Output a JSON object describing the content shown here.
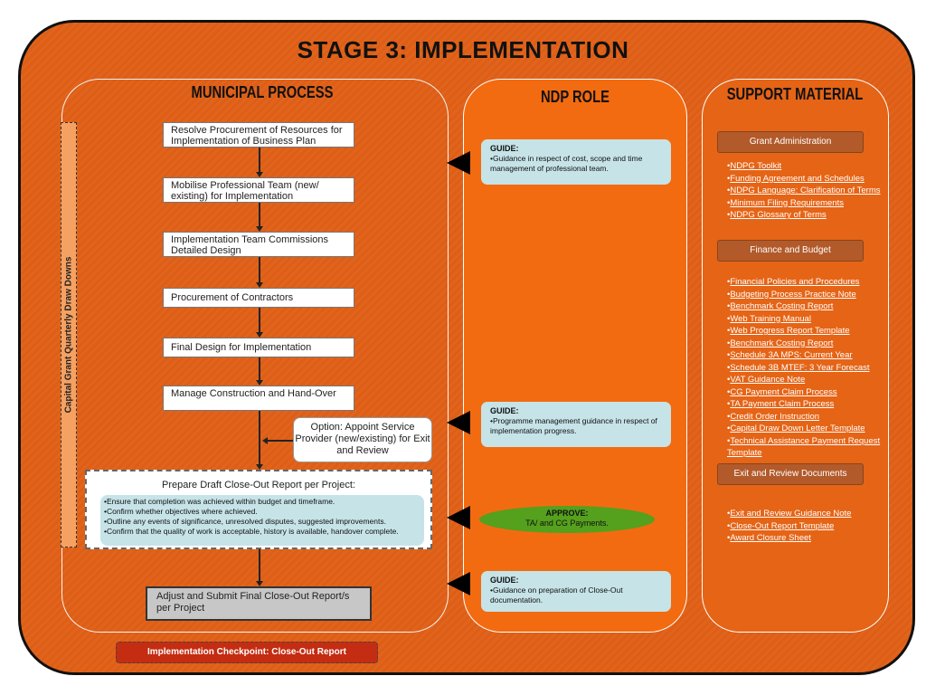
{
  "title": "STAGE 3:  IMPLEMENTATION",
  "columns": {
    "municipal": "MUNICIPAL PROCESS",
    "ndp": "NDP ROLE",
    "support": "SUPPORT MATERIAL"
  },
  "side_label": "Capital Grant Quarterly Draw Downs",
  "steps": [
    "Resolve Procurement of Resources for Implementation of Business Plan",
    "Mobilise Professional Team (new/ existing) for Implementation",
    "Implementation Team Commissions Detailed Design",
    "Procurement of Contractors",
    "Final Design for Implementation",
    "Manage Construction  and Hand-Over"
  ],
  "option": "Option:  Appoint Service Provider (new/existing) for Exit and Review",
  "closeout": {
    "title": "Prepare Draft Close-Out Report per Project:",
    "bullets": [
      "•Ensure that completion was achieved within budget and timeframe.",
      "•Confirm whether objectives where achieved.",
      "•Outline any events of significance, unresolved disputes,  suggested improvements.",
      "•Confirm that the quality of work is acceptable, history is available, handover complete."
    ]
  },
  "final_step": "Adjust and Submit Final Close-Out Report/s per Project",
  "checkpoint": "Implementation Checkpoint:  Close-Out Report",
  "ndp": {
    "guide1": {
      "label": "GUIDE:",
      "text": "•Guidance in respect of  cost, scope and time management of professional team."
    },
    "guide2": {
      "label": "GUIDE:",
      "text": "•Programme management guidance in respect of implementation progress."
    },
    "approve": {
      "label": "APPROVE:",
      "text": "TA/ and CG Payments."
    },
    "guide3": {
      "label": "GUIDE:",
      "text": "•Guidance on preparation of Close-Out documentation."
    }
  },
  "support": {
    "grant_admin": {
      "label": "Grant Administration",
      "links": [
        "NDPG Toolkit",
        "Funding Agreement and Schedules",
        "NDPG Language:  Clarification of Terms",
        "Minimum Filing Requirements",
        "NDPG Glossary of Terms"
      ]
    },
    "finance": {
      "label": "Finance and Budget",
      "links": [
        "Financial Policies and Procedures",
        "Budgeting Process Practice Note",
        "Benchmark Costing Report",
        "Web Training Manual",
        "Web Progress Report Template",
        "Benchmark Costing Report",
        "Schedule 3A MPS:  Current Year",
        "Schedule 3B MTEF:  3 Year Forecast",
        "VAT Guidance Note",
        "CG Payment Claim Process",
        "TA Payment Claim Process",
        "Credit Order Instruction",
        "Capital Draw Down Letter Template",
        "Technical Assistance Payment Request Template"
      ]
    },
    "exit": {
      "label": "Exit and Review Documents",
      "links": [
        "Exit and Review Guidance Note",
        "Close-Out Report Template",
        "Award Closure Sheet"
      ]
    }
  }
}
